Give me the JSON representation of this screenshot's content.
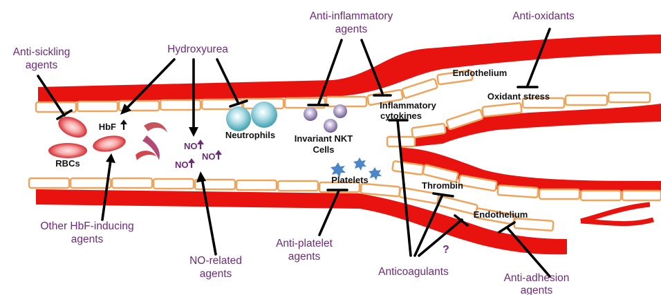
{
  "labels": {
    "anti_sickling": [
      "Anti-sickling",
      "agents"
    ],
    "hydroxyurea": "Hydroxyurea",
    "anti_inflammatory": [
      "Anti-inflammatory",
      "agents"
    ],
    "anti_oxidants": "Anti-oxidants",
    "endothelium_top": "Endothelium",
    "oxidant_stress": "Oxidant stress",
    "inflammatory_cytokines": [
      "Inflammatory",
      "cytokines"
    ],
    "hbf": "HbF",
    "rbcs": "RBCs",
    "neutrophils": "Neutrophils",
    "invariant_nkt": [
      "Invariant NKT",
      "Cells"
    ],
    "no_1": "NO",
    "no_2": "NO",
    "no_3": "NO",
    "platelets": "Platelets",
    "thrombin": "Thrombin",
    "endothelium_bottom": "Endothelium",
    "question": "?",
    "other_hbf": [
      "Other HbF-inducing",
      "agents"
    ],
    "no_related": [
      "NO-related",
      "agents"
    ],
    "anti_platelet": [
      "Anti-platelet",
      "agents"
    ],
    "anticoagulants": "Anticoagulants",
    "anti_adhesion": [
      "Anti-adhesion",
      "agents"
    ]
  },
  "colors": {
    "wall": "#e8130e",
    "endothelial_border": "#f0a35a",
    "label_purple": "#6e2a7a",
    "neutrophil": "#7fc3cf",
    "nkt": "#9c86b8",
    "platelet": "#4c86c8"
  },
  "icons": {
    "up_arrow": "up-arrow-icon",
    "rbc": "red-blood-cell-icon",
    "sickle": "sickle-cell-icon",
    "neutrophil": "neutrophil-icon",
    "nkt": "nkt-cell-icon",
    "platelet": "platelet-icon"
  }
}
